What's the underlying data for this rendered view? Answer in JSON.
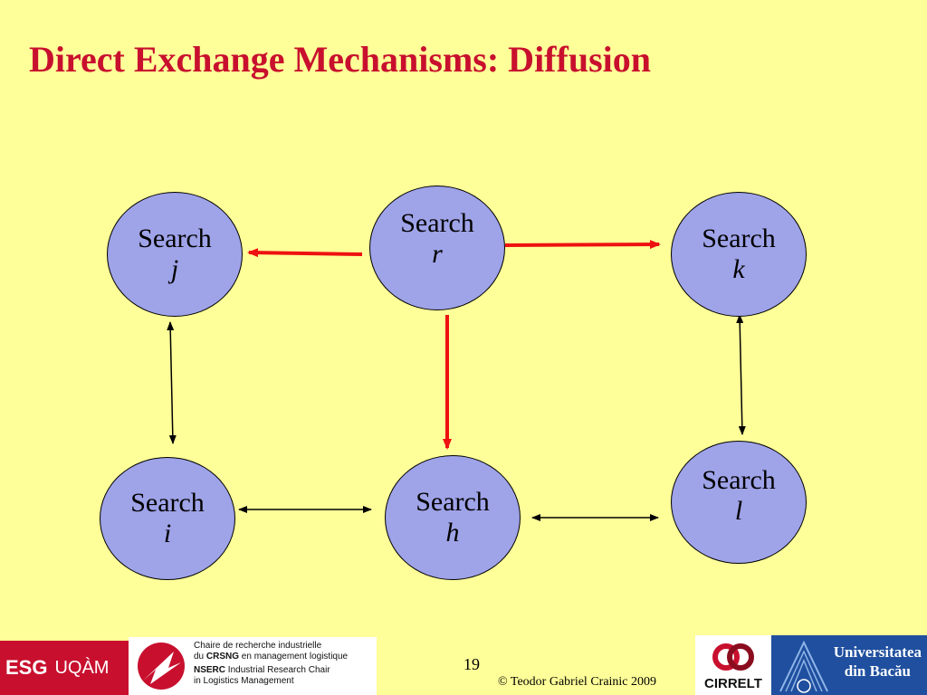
{
  "slide": {
    "title": "Direct Exchange Mechanisms: Diffusion",
    "page_number": "19",
    "copyright": "© Teodor Gabriel Crainic 2009"
  },
  "nodes": {
    "j": {
      "label": "Search",
      "id": "j"
    },
    "r": {
      "label": "Search",
      "id": "r"
    },
    "k": {
      "label": "Search",
      "id": "k"
    },
    "i": {
      "label": "Search",
      "id": "i"
    },
    "h": {
      "label": "Search",
      "id": "h"
    },
    "l": {
      "label": "Search",
      "id": "l"
    }
  },
  "edges": [
    {
      "from": "r",
      "to": "j",
      "highlight": true
    },
    {
      "from": "r",
      "to": "k",
      "highlight": true
    },
    {
      "from": "r",
      "to": "h",
      "highlight": true
    },
    {
      "from": "j",
      "to": "i",
      "highlight": false
    },
    {
      "from": "i",
      "to": "h",
      "highlight": false
    },
    {
      "from": "h",
      "to": "l",
      "highlight": false
    },
    {
      "from": "k",
      "to": "l",
      "highlight": false
    }
  ],
  "footer": {
    "esg": "ESG",
    "uqam": "UQÀM",
    "chair_line1": "Chaire de recherche industrielle",
    "chair_line2_prefix": "du ",
    "chair_line2_bold": "CRSNG",
    "chair_line2_suffix": " en management logistique",
    "chair_line3_bold": "NSERC",
    "chair_line3_suffix": " Industrial Research Chair",
    "chair_line4": "in Logistics Management",
    "cirrelt": "CIRRELT",
    "univ_line1": "Universitatea",
    "univ_line2": "din Bacău"
  },
  "colors": {
    "background": "#ffff99",
    "title": "#c8102e",
    "node_fill": "#9fa3e8",
    "highlight_edge": "#ee1111",
    "normal_edge": "#000000"
  }
}
